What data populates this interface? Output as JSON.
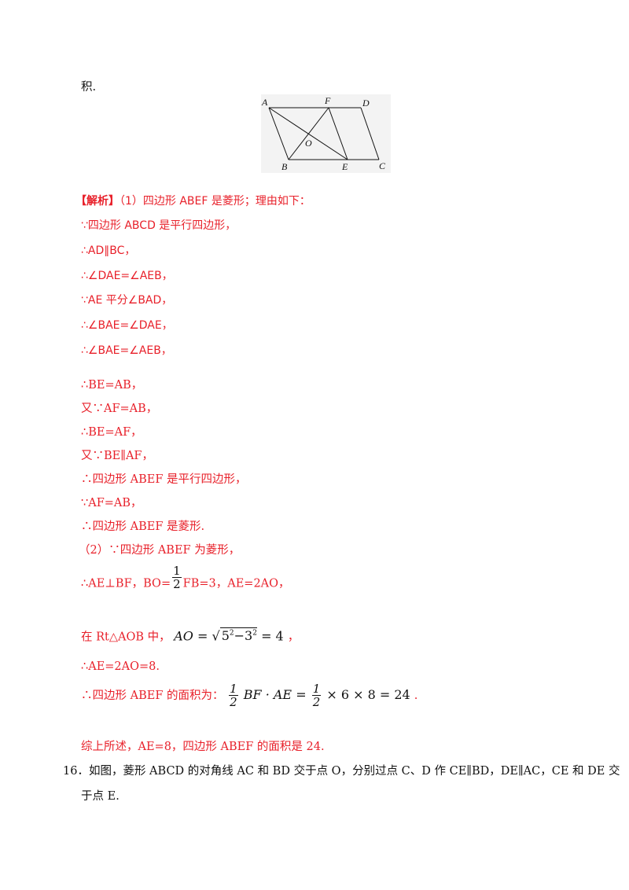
{
  "top_fragment": "积.",
  "figure": {
    "labels": {
      "A": "A",
      "F": "F",
      "D": "D",
      "O": "O",
      "B": "B",
      "E": "E",
      "C": "C"
    }
  },
  "solution": {
    "heading": "【解析】",
    "part1_intro": "（1）四边形 ABEF 是菱形；理由如下：",
    "steps_scanned": [
      "∵四边形 ABCD 是平行四边形，",
      "∴AD∥BC，",
      "∴∠DAE=∠AEB，",
      "∵AE 平分∠BAD，",
      "∴∠BAE=∠DAE，",
      "∴∠BAE=∠AEB，"
    ],
    "steps_typed": [
      "∴BE=AB，",
      "又∵AF=AB，",
      "∴BE=AF，",
      "又∵BE∥AF，",
      "∴四边形 ABEF 是平行四边形，",
      "∵AF=AB，",
      "∴四边形 ABEF 是菱形."
    ],
    "part2_intro": "（2）∵四边形 ABEF 为菱形，",
    "step_bo": {
      "prefix": "∴AE⊥BF，BO=",
      "frac_num": "1",
      "frac_den": "2",
      "suffix": "FB=3，AE=2AO，"
    },
    "step_rt": {
      "prefix": "在 Rt△AOB 中，",
      "lhs": "AO",
      "eq": "=",
      "radicand_a": "5",
      "exp_a": "2",
      "minus": "−",
      "radicand_b": "3",
      "exp_b": "2",
      "rhs": "= 4",
      "end": "，"
    },
    "step_ae": "∴AE=2AO=8.",
    "step_area": {
      "prefix": "∴四边形 ABEF 的面积为：",
      "frac1_num": "1",
      "frac1_den": "2",
      "mid": "BF · AE =",
      "frac2_num": "1",
      "frac2_den": "2",
      "tail": "× 6 × 8 = 24",
      "end": "."
    },
    "summary": "综上所述，AE=8，四边形 ABEF 的面积是 24."
  },
  "problem16": {
    "number": "16．",
    "line1": "如图，菱形 ABCD 的对角线 AC 和 BD 交于点 O，分别过点 C、D 作 CE∥BD，DE∥AC，CE 和 DE 交",
    "line2": "于点 E."
  }
}
